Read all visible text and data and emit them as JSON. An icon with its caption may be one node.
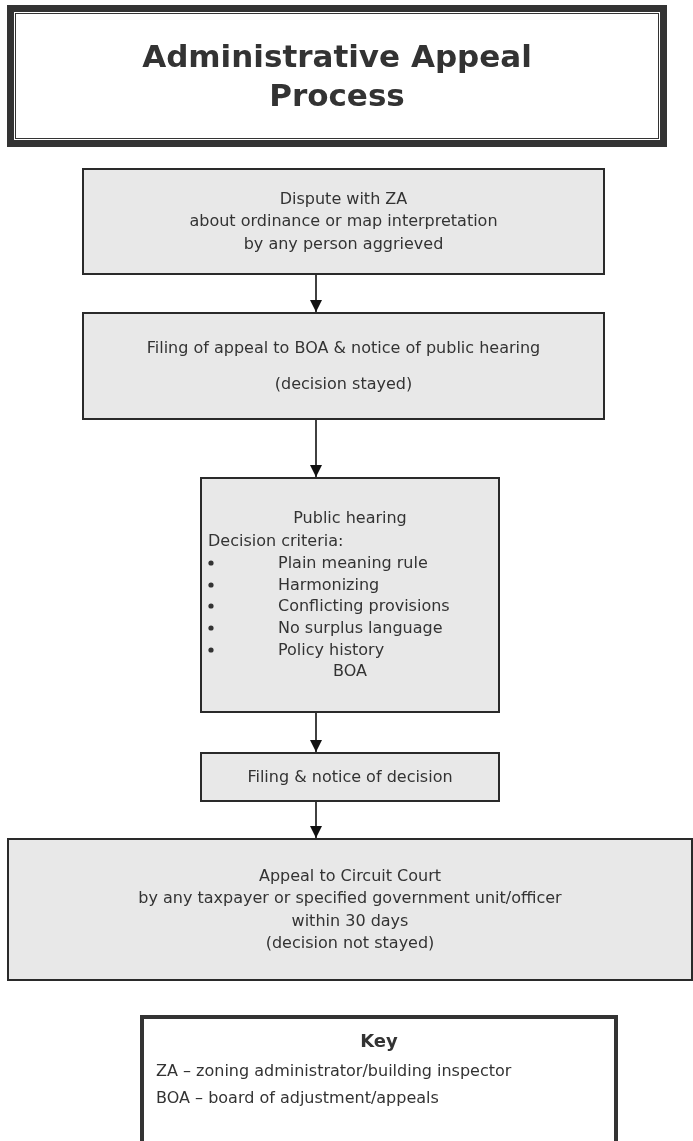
{
  "diagram": {
    "title": "Administrative Appeal Process",
    "nodes": [
      {
        "text": [
          "Dispute with ZA",
          "about ordinance or map interpretation",
          "by any person aggrieved"
        ]
      },
      {
        "text": [
          "Filing of appeal to BOA & notice of public hearing",
          "(decision stayed)"
        ]
      },
      {
        "text": [
          "Public hearing",
          "Decision criteria:",
          "Plain meaning rule",
          "Harmonizing",
          "Conflicting provisions",
          "No surplus language",
          "Policy history",
          "BOA"
        ]
      },
      {
        "text": [
          "Filing & notice of decision"
        ]
      },
      {
        "text": [
          "Appeal to Circuit Court",
          "by any taxpayer or specified government unit/officer",
          "within 30 days",
          "(decision not stayed)"
        ]
      },
      {
        "text": [
          "Key",
          "ZA – zoning administrator/building inspector",
          "BOA – board of adjustment/appeals"
        ]
      }
    ],
    "edges": [
      {
        "from": 0,
        "to": 1,
        "arrow": "to"
      },
      {
        "from": 1,
        "to": 2,
        "arrow": "to"
      },
      {
        "from": 2,
        "to": 3,
        "arrow": "to"
      },
      {
        "from": 3,
        "to": 4,
        "arrow": "to"
      }
    ]
  }
}
